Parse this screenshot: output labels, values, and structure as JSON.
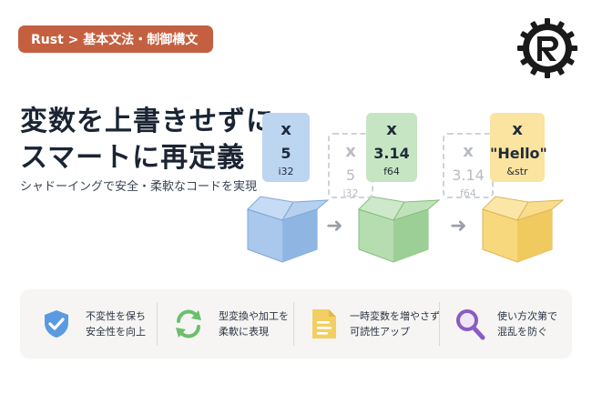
{
  "badge": "Rust > 基本文法・制御構文",
  "headline": [
    "変数を上書きせずに",
    "スマートに再定義"
  ],
  "subtitle": "シャドーイングで安全・柔軟なコードを実現",
  "cards": [
    {
      "name": "x",
      "value": "5",
      "type": "i32",
      "color": "#bcd5f1"
    },
    {
      "name": "x",
      "value": "5",
      "type": "i32",
      "ghost": true
    },
    {
      "name": "x",
      "value": "3.14",
      "type": "f64",
      "color": "#c6e6c3"
    },
    {
      "name": "x",
      "value": "3.14",
      "type": "f64",
      "ghost": true
    },
    {
      "name": "x",
      "value": "\"Hello\"",
      "type": "&str",
      "color": "#fbe3a0"
    }
  ],
  "features": [
    {
      "icon": "shield-check-icon",
      "lines": [
        "不変性を保ち",
        "安全性を向上"
      ]
    },
    {
      "icon": "refresh-icon",
      "lines": [
        "型変換や加工を",
        "柔軟に表現"
      ]
    },
    {
      "icon": "document-icon",
      "lines": [
        "一時変数を増やさず",
        "可読性アップ"
      ]
    },
    {
      "icon": "magnifier-icon",
      "lines": [
        "使い方次第で",
        "混乱を防ぐ"
      ]
    }
  ]
}
